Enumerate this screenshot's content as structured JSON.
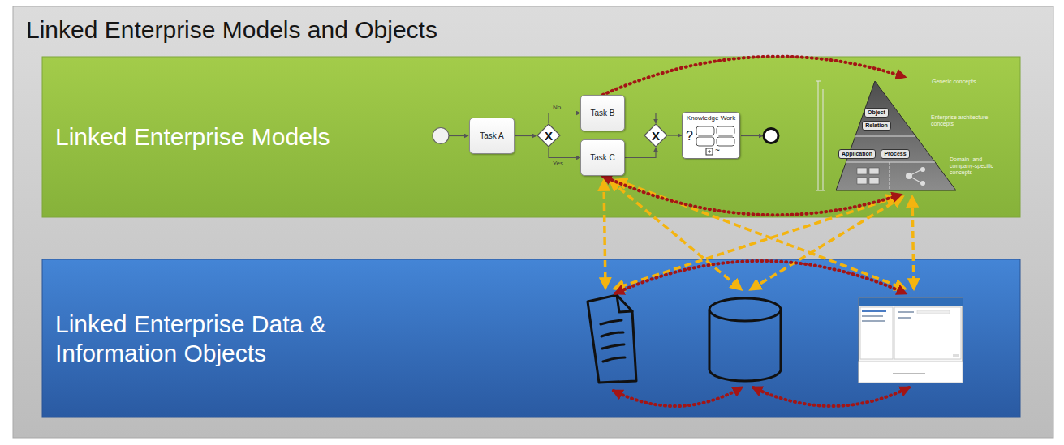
{
  "diagram": {
    "title": "Linked Enterprise Models and Objects",
    "nodes": [
      {
        "text": [
          "Linked Enterprise Models"
        ]
      },
      {
        "text": [
          "Task A"
        ],
        "in": 0
      },
      {
        "text": [
          "X"
        ],
        "in": 0
      },
      {
        "text": [
          "Task B"
        ],
        "in": 0
      },
      {
        "text": [
          "Task C"
        ],
        "in": 0
      },
      {
        "text": [
          "X"
        ],
        "in": 0
      },
      {
        "text": [
          "Knowledge Work",
          "?",
          "~"
        ],
        "in": 0
      },
      {
        "text": [
          "Generic concepts",
          "Enterprise architecture concepts",
          "Domain- and company-specific concepts"
        ],
        "in": 0
      },
      {
        "text": [
          "Object"
        ],
        "in": 7
      },
      {
        "text": [
          "Relation"
        ],
        "in": 7
      },
      {
        "text": [
          "Application"
        ],
        "in": 7
      },
      {
        "text": [
          "Process"
        ],
        "in": 7
      },
      {
        "text": [
          "Linked Enterprise Data & Information Objects"
        ]
      }
    ],
    "edges": [
      {
        "from": 1,
        "to": 2,
        "arrow": "to"
      },
      {
        "from": 2,
        "to": 3,
        "arrow": "to",
        "label": "No"
      },
      {
        "from": 2,
        "to": 4,
        "arrow": "to",
        "label": "Yes"
      },
      {
        "from": 3,
        "to": 5,
        "arrow": "to"
      },
      {
        "from": 4,
        "to": 5,
        "arrow": "to"
      },
      {
        "from": 5,
        "to": 6,
        "arrow": "to"
      },
      {
        "from": 10,
        "to": 11,
        "arrow": "to"
      },
      {
        "from": 3,
        "to": 7,
        "arrow": "to"
      },
      {
        "from": 4,
        "to": 7,
        "arrow": "both"
      }
    ]
  }
}
